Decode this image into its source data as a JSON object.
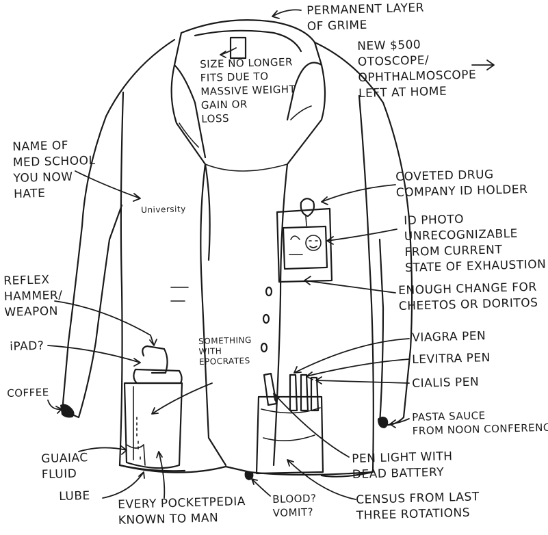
{
  "colors": {
    "ink": "#1a1a1a",
    "paper": "#ffffff"
  },
  "labels": {
    "grime": "PERMANENT LAYER\nOF GRIME",
    "otoscope": "NEW $500\nOTOSCOPE/\nOPHTHALMOSCOPE\nLEFT AT HOME",
    "size": "SIZE NO LONGER\nFITS DUE TO\nMASSIVE WEIGHT\nGAIN OR\nLOSS",
    "med_school": "NAME OF\nMED SCHOOL\nYOU NOW\nHATE",
    "embroidery": "University",
    "id_holder": "COVETED DRUG\nCOMPANY ID HOLDER",
    "id_photo": "ID PHOTO\nUNRECOGNIZABLE\nFROM CURRENT\nSTATE OF EXHAUSTION",
    "change": "ENOUGH CHANGE FOR\nCHEETOS OR DORITOS",
    "reflex": "REFLEX\nHAMMER/\nWEAPON",
    "ipad": "iPAD?",
    "coffee": "COFFEE",
    "epocrates": "SOMETHING\nWITH\nEPOCRATES",
    "viagra": "VIAGRA PEN",
    "levitra": "LEVITRA PEN",
    "cialis": "CIALIS PEN",
    "pasta": "PASTA SAUCE\nFROM NOON CONFERENCE",
    "guaiac": "GUAIAC\nFLUID",
    "penlight": "PEN LIGHT WITH\nDEAD BATTERY",
    "lube": "LUBE",
    "pocketpedia": "EVERY POCKETPEDIA\nKNOWN TO MAN",
    "blood": "BLOOD?\nVOMIT?",
    "census": "CENSUS FROM LAST\nTHREE ROTATIONS"
  }
}
